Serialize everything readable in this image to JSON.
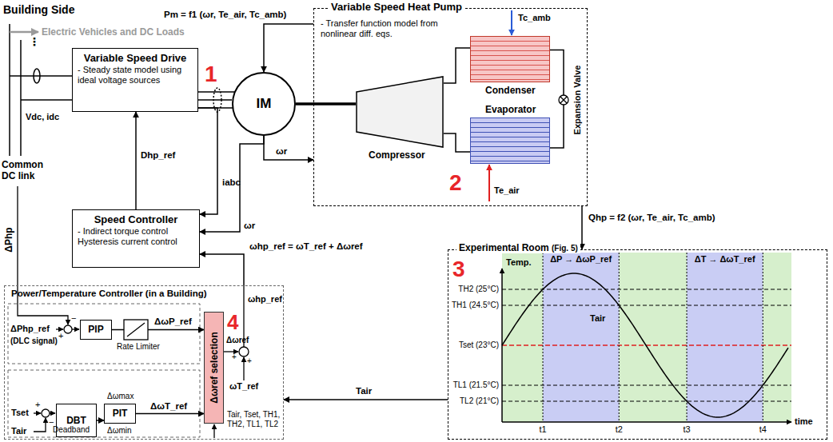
{
  "diagram": {
    "nodes": [
      {
        "text": [
          "Variable Speed Drive",
          "- Steady state model using ideal voltage sources"
        ]
      },
      {
        "text": [
          "Speed Controller",
          "- Indirect torque control Hysteresis current control"
        ]
      },
      {
        "text": [
          "IM"
        ]
      },
      {
        "text": [
          "Variable Speed Heat Pump",
          "- Transfer function model from nonlinear diff. eqs."
        ]
      },
      {
        "text": [
          "Compressor"
        ],
        "in": 3
      },
      {
        "text": [
          "Condenser"
        ],
        "in": 3
      },
      {
        "text": [
          "Evaporator"
        ],
        "in": 3
      },
      {
        "text": [
          "Experimental Room",
          "(Fig. 5)"
        ]
      },
      {
        "text": [
          "Power/Temperature Controller (in a Building)"
        ]
      },
      {
        "text": [
          "PIP"
        ],
        "in": 8
      },
      {
        "text": [
          "DBT",
          "Deadband"
        ],
        "in": 8
      },
      {
        "text": [
          "PIT"
        ],
        "in": 8
      },
      {
        "text": [
          "Δωref selection"
        ],
        "in": 8
      }
    ],
    "edges": [
      {
        "from": 1,
        "to": 0,
        "arrow": "to",
        "label": "Dhp_ref"
      },
      {
        "from": 0,
        "to": 2,
        "arrow": "none"
      },
      {
        "from": 0,
        "to": 1,
        "arrow": "to",
        "label": "iabc"
      },
      {
        "from": 2,
        "to": 1,
        "arrow": "to",
        "label": "ωr"
      },
      {
        "from": 2,
        "to": 3,
        "arrow": "to",
        "label": "ωr"
      },
      {
        "from": 3,
        "to": 2,
        "arrow": "to",
        "label": "Pm = f1 (ωr, Te_air, Tc_amb)"
      },
      {
        "from": 2,
        "to": 4,
        "arrow": "none"
      },
      {
        "from": 4,
        "to": 5,
        "arrow": "none"
      },
      {
        "from": 5,
        "to": 6,
        "arrow": "none"
      },
      {
        "from": 4,
        "to": 6,
        "arrow": "none"
      },
      {
        "from": 3,
        "to": 7,
        "arrow": "to",
        "label": "Qhp = f2 (ωr, Te_air, Tc_amb)"
      },
      {
        "from": 7,
        "to": 8,
        "arrow": "to",
        "label": "Tair"
      },
      {
        "from": 8,
        "to": 1,
        "arrow": "to",
        "label": "ωhp_ref = ωT_ref + Δωref"
      },
      {
        "from": 9,
        "to": 12,
        "arrow": "to",
        "label": "ΔωP_ref"
      },
      {
        "from": 11,
        "to": 12,
        "arrow": "to",
        "label": "ΔωT_ref"
      },
      {
        "from": 10,
        "to": 11,
        "arrow": "to"
      }
    ],
    "labels": [
      "Building Side",
      "Electric Vehicles and DC Loads",
      "⋮",
      "Vdc, idc",
      "Common DC link",
      "ΔPhp",
      "1",
      "2",
      "3",
      "4",
      "Tc_amb",
      "Te_air",
      "Expansion Valve",
      "ΔPhp_ref",
      "(DLC signal)",
      "+",
      "−",
      "Rate Limiter",
      "Tset",
      "Tair",
      "+",
      "−",
      "Δωmax",
      "Δωmin",
      "Δωref",
      "+",
      "+",
      "ωT_ref",
      "ωhp_ref",
      "Tair, Tset, TH1, TH2, TL1, TL2",
      "Temp.",
      "TH2 (25°C)",
      "TH1 (24.5°C)",
      "Tset (23°C)",
      "TL1 (21.5°C)",
      "TL2 (21°C)",
      "Tair",
      "t1",
      "t2",
      "t3",
      "t4",
      "time",
      "ΔP → ΔωP_ref",
      "ΔT → ΔωT_ref"
    ]
  }
}
